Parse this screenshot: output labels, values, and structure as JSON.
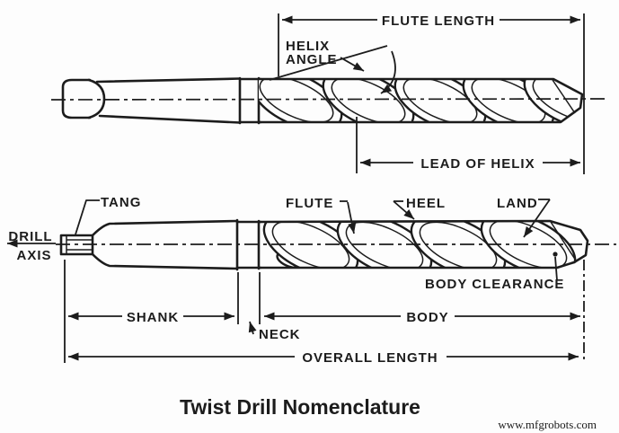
{
  "page": {
    "title": "Twist Drill Nomenclature",
    "watermark": "www.mfgrobots.com"
  },
  "diagram": {
    "upper_view": {
      "flute_length": "FLUTE LENGTH",
      "helix_angle_line1": "HELIX",
      "helix_angle_line2": "ANGLE",
      "lead_of_helix": "LEAD OF HELIX"
    },
    "lower_view": {
      "tang": "TANG",
      "drill_axis_line1": "DRILL",
      "drill_axis_line2": "AXIS",
      "flute": "FLUTE",
      "heel": "HEEL",
      "land": "LAND",
      "body_clearance": "BODY CLEARANCE",
      "shank": "SHANK",
      "neck": "NECK",
      "body": "BODY",
      "overall_length": "OVERALL LENGTH"
    },
    "colors": {
      "ink": "#1c1c1c",
      "paper": "#fdfdfd"
    }
  }
}
